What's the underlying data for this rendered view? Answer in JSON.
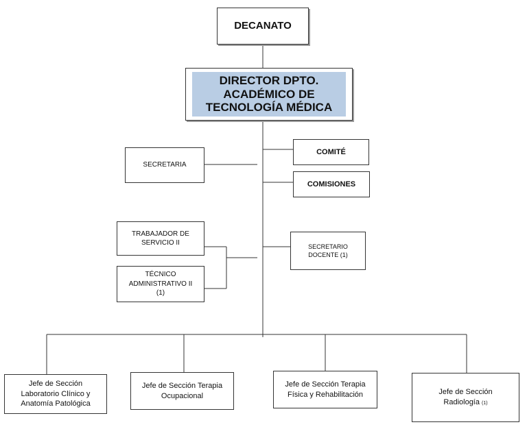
{
  "diagram": {
    "decanato": "DECANATO",
    "director": [
      "DIRECTOR DPTO.",
      "ACADÉMICO DE",
      "TECNOLOGÍA MÉDICA"
    ],
    "secretaria": "SECRETARIA",
    "comite": "COMITÉ",
    "comisiones": "COMISIONES",
    "trabajador": [
      "TRABAJADOR DE",
      "SERVICIO II"
    ],
    "tecnico": [
      "TÉCNICO",
      "ADMINISTRATIVO II",
      "(1)"
    ],
    "secretario_docente": [
      "SECRETARIO",
      "DOCENTE (1)"
    ],
    "jefe_laboratorio": [
      "Jefe de Sección",
      "Laboratorio Clínico y",
      "Anatomía Patológica"
    ],
    "jefe_terapia_ocupacional": [
      "Jefe de Sección Terapia",
      "Ocupacional"
    ],
    "jefe_terapia_fisica": [
      "Jefe de Sección Terapia",
      "Física y Rehabilitación"
    ],
    "jefe_radiologia": {
      "line1": "Jefe de Sección",
      "line2": "Radiología",
      "note": "(1)"
    }
  },
  "colors": {
    "director_fill": "#b9cde4",
    "line": "#333333"
  }
}
